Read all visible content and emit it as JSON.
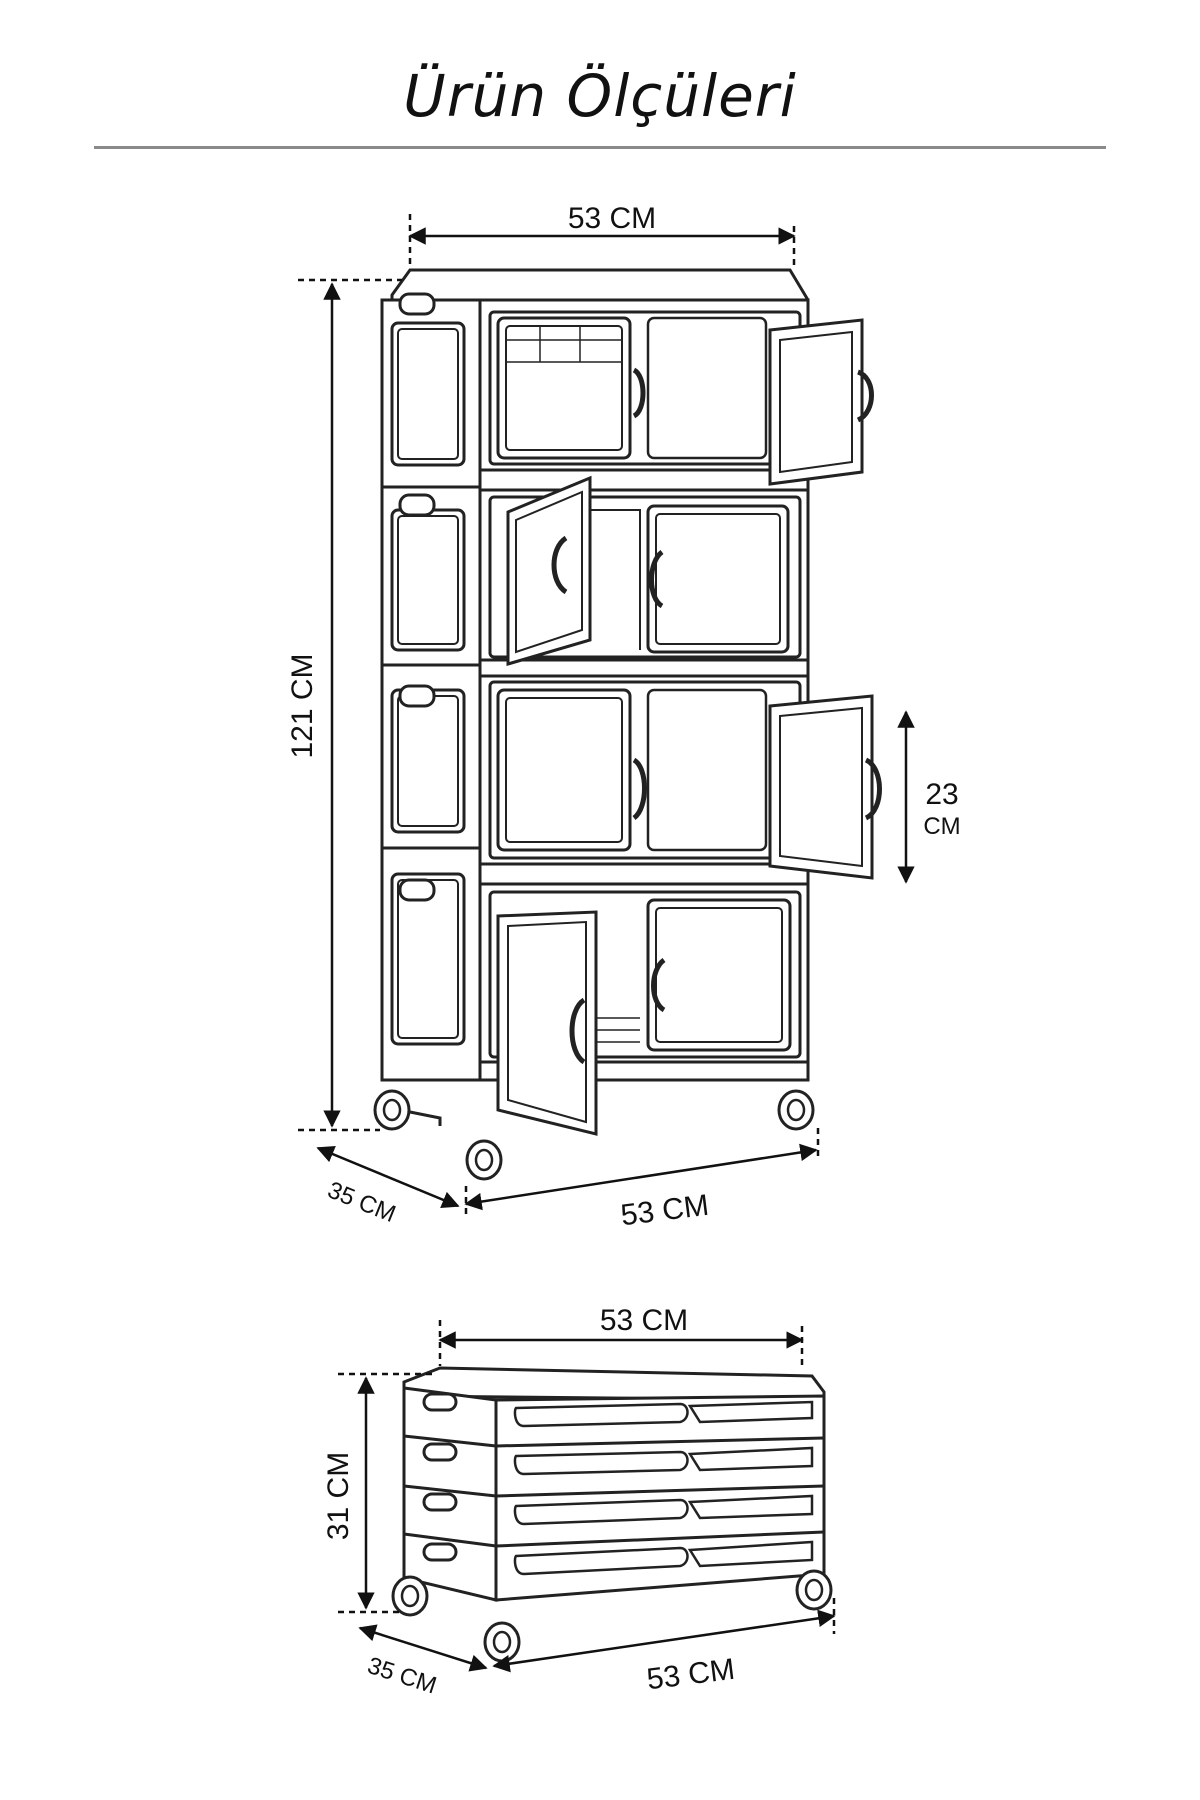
{
  "header": {
    "title": "Ürün Ölçüleri"
  },
  "assembled": {
    "width_top": "53 CM",
    "height": "121 CM",
    "depth": "35 CM",
    "width_bottom": "53 CM",
    "drawer_height_value": "23",
    "drawer_height_unit": "CM"
  },
  "folded": {
    "width_top": "53 CM",
    "height": "31 CM",
    "depth": "35 CM",
    "width_bottom": "53 CM"
  },
  "colors": {
    "line": "#222222",
    "rule": "#8a8a8a",
    "background": "#ffffff"
  }
}
